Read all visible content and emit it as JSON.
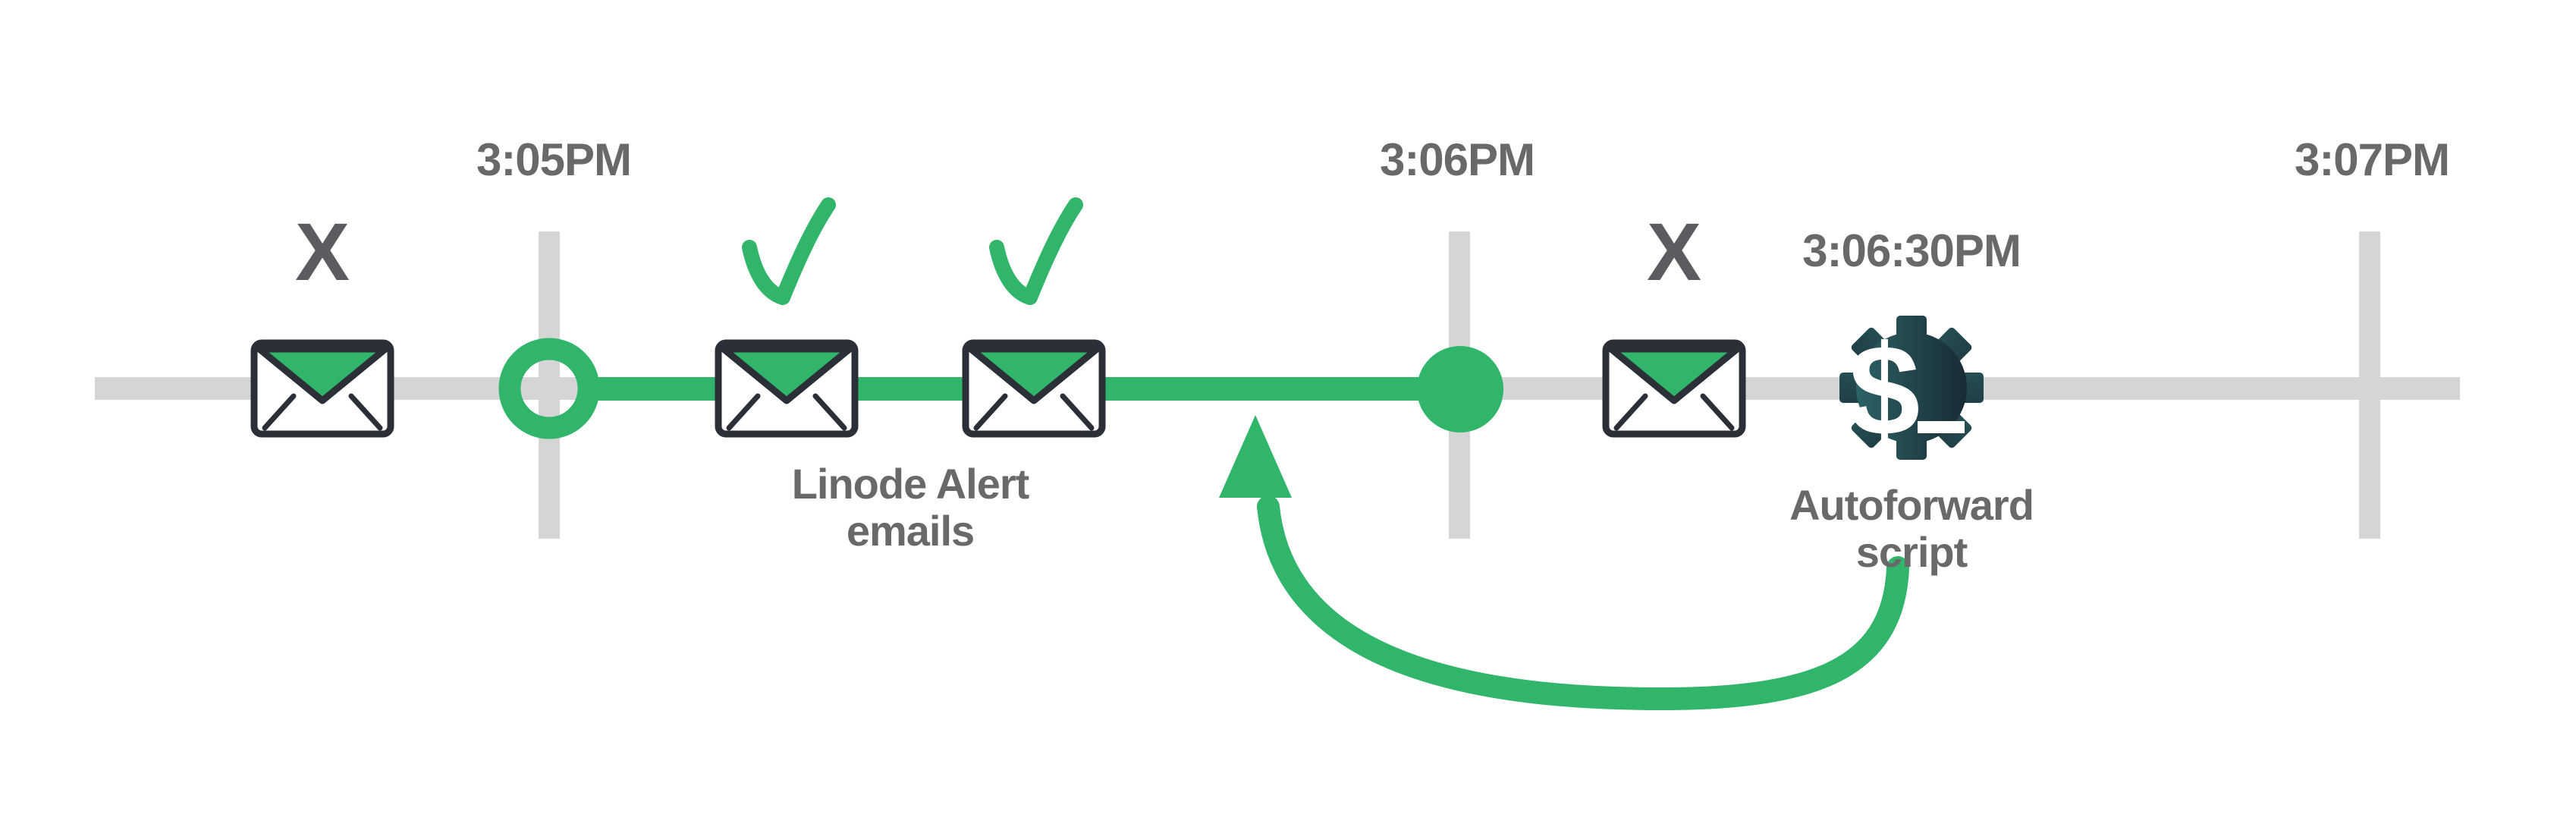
{
  "colors": {
    "green": "#31B56B",
    "gray_line": "#D5D5D5",
    "text_gray": "#68696B",
    "mark_gray": "#5B5C5F",
    "outline_dark": "#2B3038",
    "gear_teal": "#2E6B6B",
    "gear_dark": "#16222D"
  },
  "timeline": {
    "ticks": [
      {
        "label": "3:05PM"
      },
      {
        "label": "3:06PM"
      },
      {
        "label": "3:07PM"
      }
    ],
    "event": {
      "time_label": "3:06:30PM"
    },
    "captions": {
      "alert_emails": {
        "line1": "Linode Alert",
        "line2": "emails"
      },
      "autoforward": {
        "line1": "Autoforward",
        "line2": "script"
      }
    },
    "glyphs": {
      "fail": "X",
      "script_prompt": "$"
    },
    "icons": {
      "emails": "envelope-icon",
      "success": "check-icon",
      "failure": "x-icon",
      "script": "gear-dollar-icon",
      "start_marker": "open-circle-icon",
      "end_marker": "filled-circle-icon",
      "loop": "curved-arrow-icon"
    }
  }
}
